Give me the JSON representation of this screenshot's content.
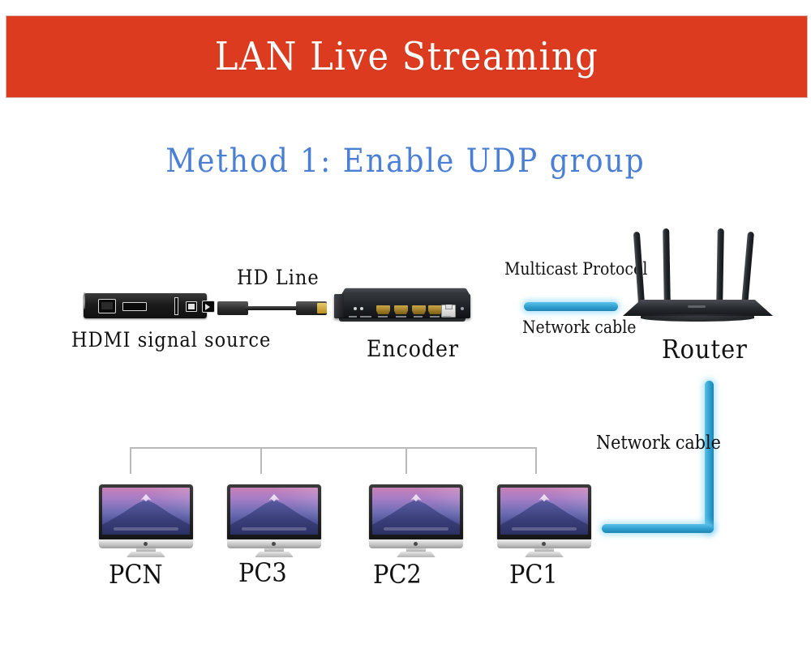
{
  "banner": {
    "title": "LAN Live Streaming",
    "bg_color": "#dc3b20",
    "text_color": "#ffffff"
  },
  "subtitle": {
    "text": "Method 1: Enable UDP group",
    "color": "#4a7fd4"
  },
  "diagram": {
    "labels": {
      "hdmi_source": "HDMI signal source",
      "hd_line": "HD Line",
      "encoder": "Encoder",
      "multicast_protocol": "Multicast Protocol",
      "network_cable_top": "Network cable",
      "router": "Router",
      "network_cable_right": "Network cable"
    },
    "cable_color": "#2e9fd0",
    "bracket_color": "#b9b9b9",
    "computers": [
      {
        "label": "PCN"
      },
      {
        "label": "PC3"
      },
      {
        "label": "PC2"
      },
      {
        "label": "PC1"
      }
    ]
  }
}
